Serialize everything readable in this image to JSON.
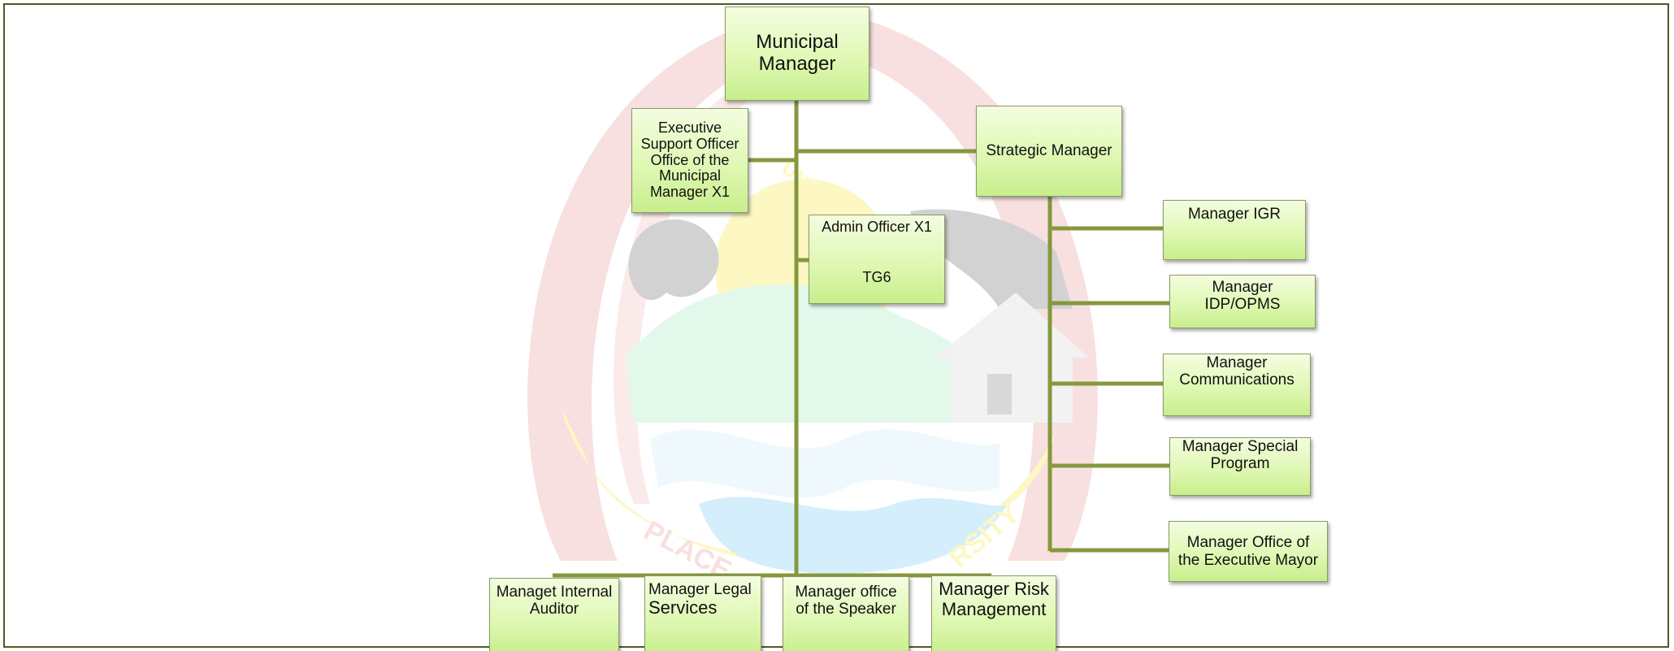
{
  "watermark": {
    "text": "PLACE ... UNIVERSITY",
    "colors": {
      "ring": "#e8a3a0",
      "sun": "#fbe94c",
      "hill": "#a8ecc2",
      "water": "#7fcff5",
      "smoke": "#5a5a5a"
    }
  },
  "colors": {
    "connector": "#85983e",
    "frame": "#4f5a1e"
  },
  "nodes": {
    "municipal_manager": "Municipal\nManager",
    "executive_support": "Executive\nSupport Officer\nOffice of the\nMunicipal\nManager X1",
    "strategic_manager": "Strategic Manager",
    "admin_officer_title": "Admin Officer X1",
    "admin_officer_grade": "TG6",
    "manager_igr": "Manager IGR",
    "manager_idp": "Manager IDP/OPMS",
    "manager_comms": "Manager\nCommunications",
    "manager_special": "Manager Special\nProgram",
    "manager_exec_mayor": "Manager Office of\nthe  Executive Mayor",
    "internal_auditor": "Managet Internal\nAuditor",
    "legal_services_line1": "Manager Legal",
    "legal_services_line2": "Services",
    "office_speaker": "Manager office\nof the Speaker",
    "risk_management": "Manager Risk\nManagement"
  }
}
